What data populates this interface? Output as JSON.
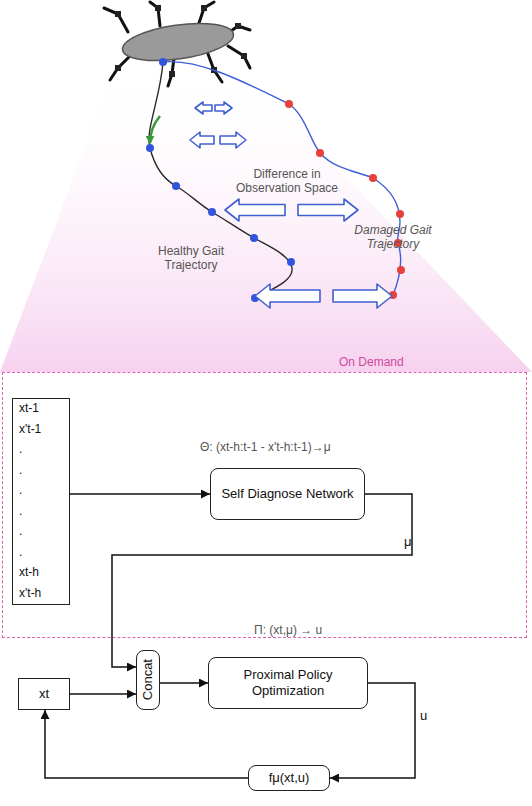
{
  "diagram": {
    "nodes": [
      {
        "text": [
          "On Demand"
        ]
      },
      {
        "text": [
          "xt-1",
          "x't-1",
          ".",
          ".",
          ".",
          ".",
          ".",
          ".",
          "xt-h",
          "x't-h"
        ],
        "in": 0
      },
      {
        "text": [
          "Self Diagnose Network"
        ],
        "in": 0
      },
      {
        "text": [
          "xt"
        ]
      },
      {
        "text": [
          "Concat"
        ]
      },
      {
        "text": [
          "Proximal Policy Optimization"
        ]
      },
      {
        "text": [
          "fμ(xt,u)"
        ]
      }
    ],
    "edges": [
      {
        "from": 1,
        "to": 2,
        "arrow": "to"
      },
      {
        "from": 2,
        "to": 4,
        "label": "μ",
        "arrow": "to"
      },
      {
        "from": 3,
        "to": 4,
        "arrow": "to"
      },
      {
        "from": 4,
        "to": 5,
        "arrow": "to"
      },
      {
        "from": 5,
        "to": 6,
        "label": "u",
        "arrow": "to"
      },
      {
        "from": 6,
        "to": 3,
        "arrow": "to"
      }
    ],
    "labels": [
      "Damaged Gait Trajectory",
      "Difference in Observation Space",
      "Healthy Gait Trajectory",
      "Θ: (xt-h:t-1 - x't-h:t-1)→μ",
      "Π: (xt,μ) → u"
    ]
  }
}
